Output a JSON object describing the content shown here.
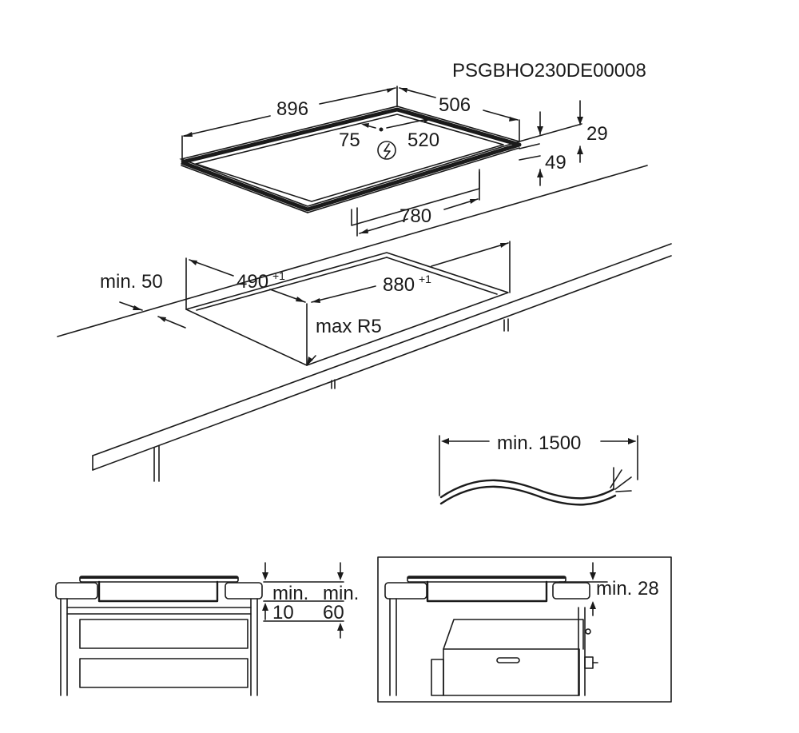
{
  "code": "PSGBHO230DE00008",
  "hob": {
    "width": "896",
    "depth": "506",
    "thickness_top": "29",
    "thickness_total": "49",
    "underside_width": "780",
    "connection_offset": "75",
    "connection_position": "520"
  },
  "cutout": {
    "depth": "490",
    "depth_tolerance": "+1",
    "width": "880",
    "width_tolerance": "+1",
    "min_front_distance": "min. 50",
    "corner_radius": "max R5"
  },
  "cable": {
    "min_length": "min. 1500"
  },
  "section_drawer": {
    "min_label_a": "min.",
    "min_value_a": "10",
    "min_label_b": "min.",
    "min_value_b": "60"
  },
  "section_oven": {
    "min_label": "min. 28"
  }
}
